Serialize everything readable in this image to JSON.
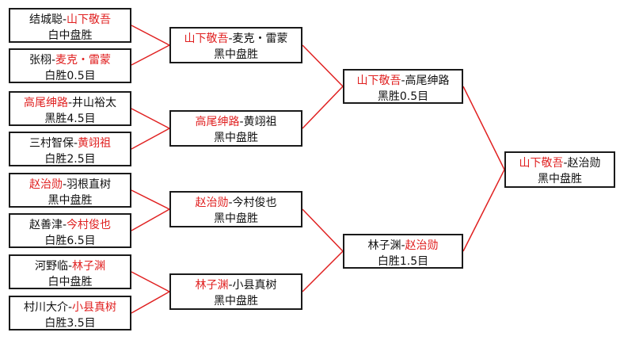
{
  "colors": {
    "winner": "#e02020",
    "text": "#111111",
    "border": "#1a1a1a",
    "line": "#e02020"
  },
  "round1": [
    {
      "a": "结城聪",
      "b": "山下敬吾",
      "winner": "b",
      "result": "白中盘胜"
    },
    {
      "a": "张栩",
      "b": "麦克・雷蒙",
      "winner": "b",
      "result": "白胜0.5目"
    },
    {
      "a": "高尾绅路",
      "b": "井山裕太",
      "winner": "a",
      "result": "黑胜4.5目"
    },
    {
      "a": "三村智保",
      "b": "黄翊祖",
      "winner": "b",
      "result": "白胜2.5目"
    },
    {
      "a": "赵治勋",
      "b": "羽根直树",
      "winner": "a",
      "result": "黑中盘胜"
    },
    {
      "a": "赵善津",
      "b": "今村俊也",
      "winner": "b",
      "result": "白胜6.5目"
    },
    {
      "a": "河野临",
      "b": "林子渊",
      "winner": "b",
      "result": "白中盘胜"
    },
    {
      "a": "村川大介",
      "b": "小县真树",
      "winner": "b",
      "result": "白胜3.5目"
    }
  ],
  "round2": [
    {
      "a": "山下敬吾",
      "b": "麦克・雷蒙",
      "winner": "a",
      "result": "黑中盘胜"
    },
    {
      "a": "高尾绅路",
      "b": "黄翊祖",
      "winner": "a",
      "result": "黑中盘胜"
    },
    {
      "a": "赵治勋",
      "b": "今村俊也",
      "winner": "a",
      "result": "黑中盘胜"
    },
    {
      "a": "林子渊",
      "b": "小县真树",
      "winner": "a",
      "result": "黑中盘胜"
    }
  ],
  "round3": [
    {
      "a": "山下敬吾",
      "b": "高尾绅路",
      "winner": "a",
      "result": "黑胜0.5目"
    },
    {
      "a": "林子渊",
      "b": "赵治勋",
      "winner": "b",
      "result": "白胜1.5目"
    }
  ],
  "final": {
    "a": "山下敬吾",
    "b": "赵治勋",
    "winner": "a",
    "result": "黑中盘胜"
  }
}
